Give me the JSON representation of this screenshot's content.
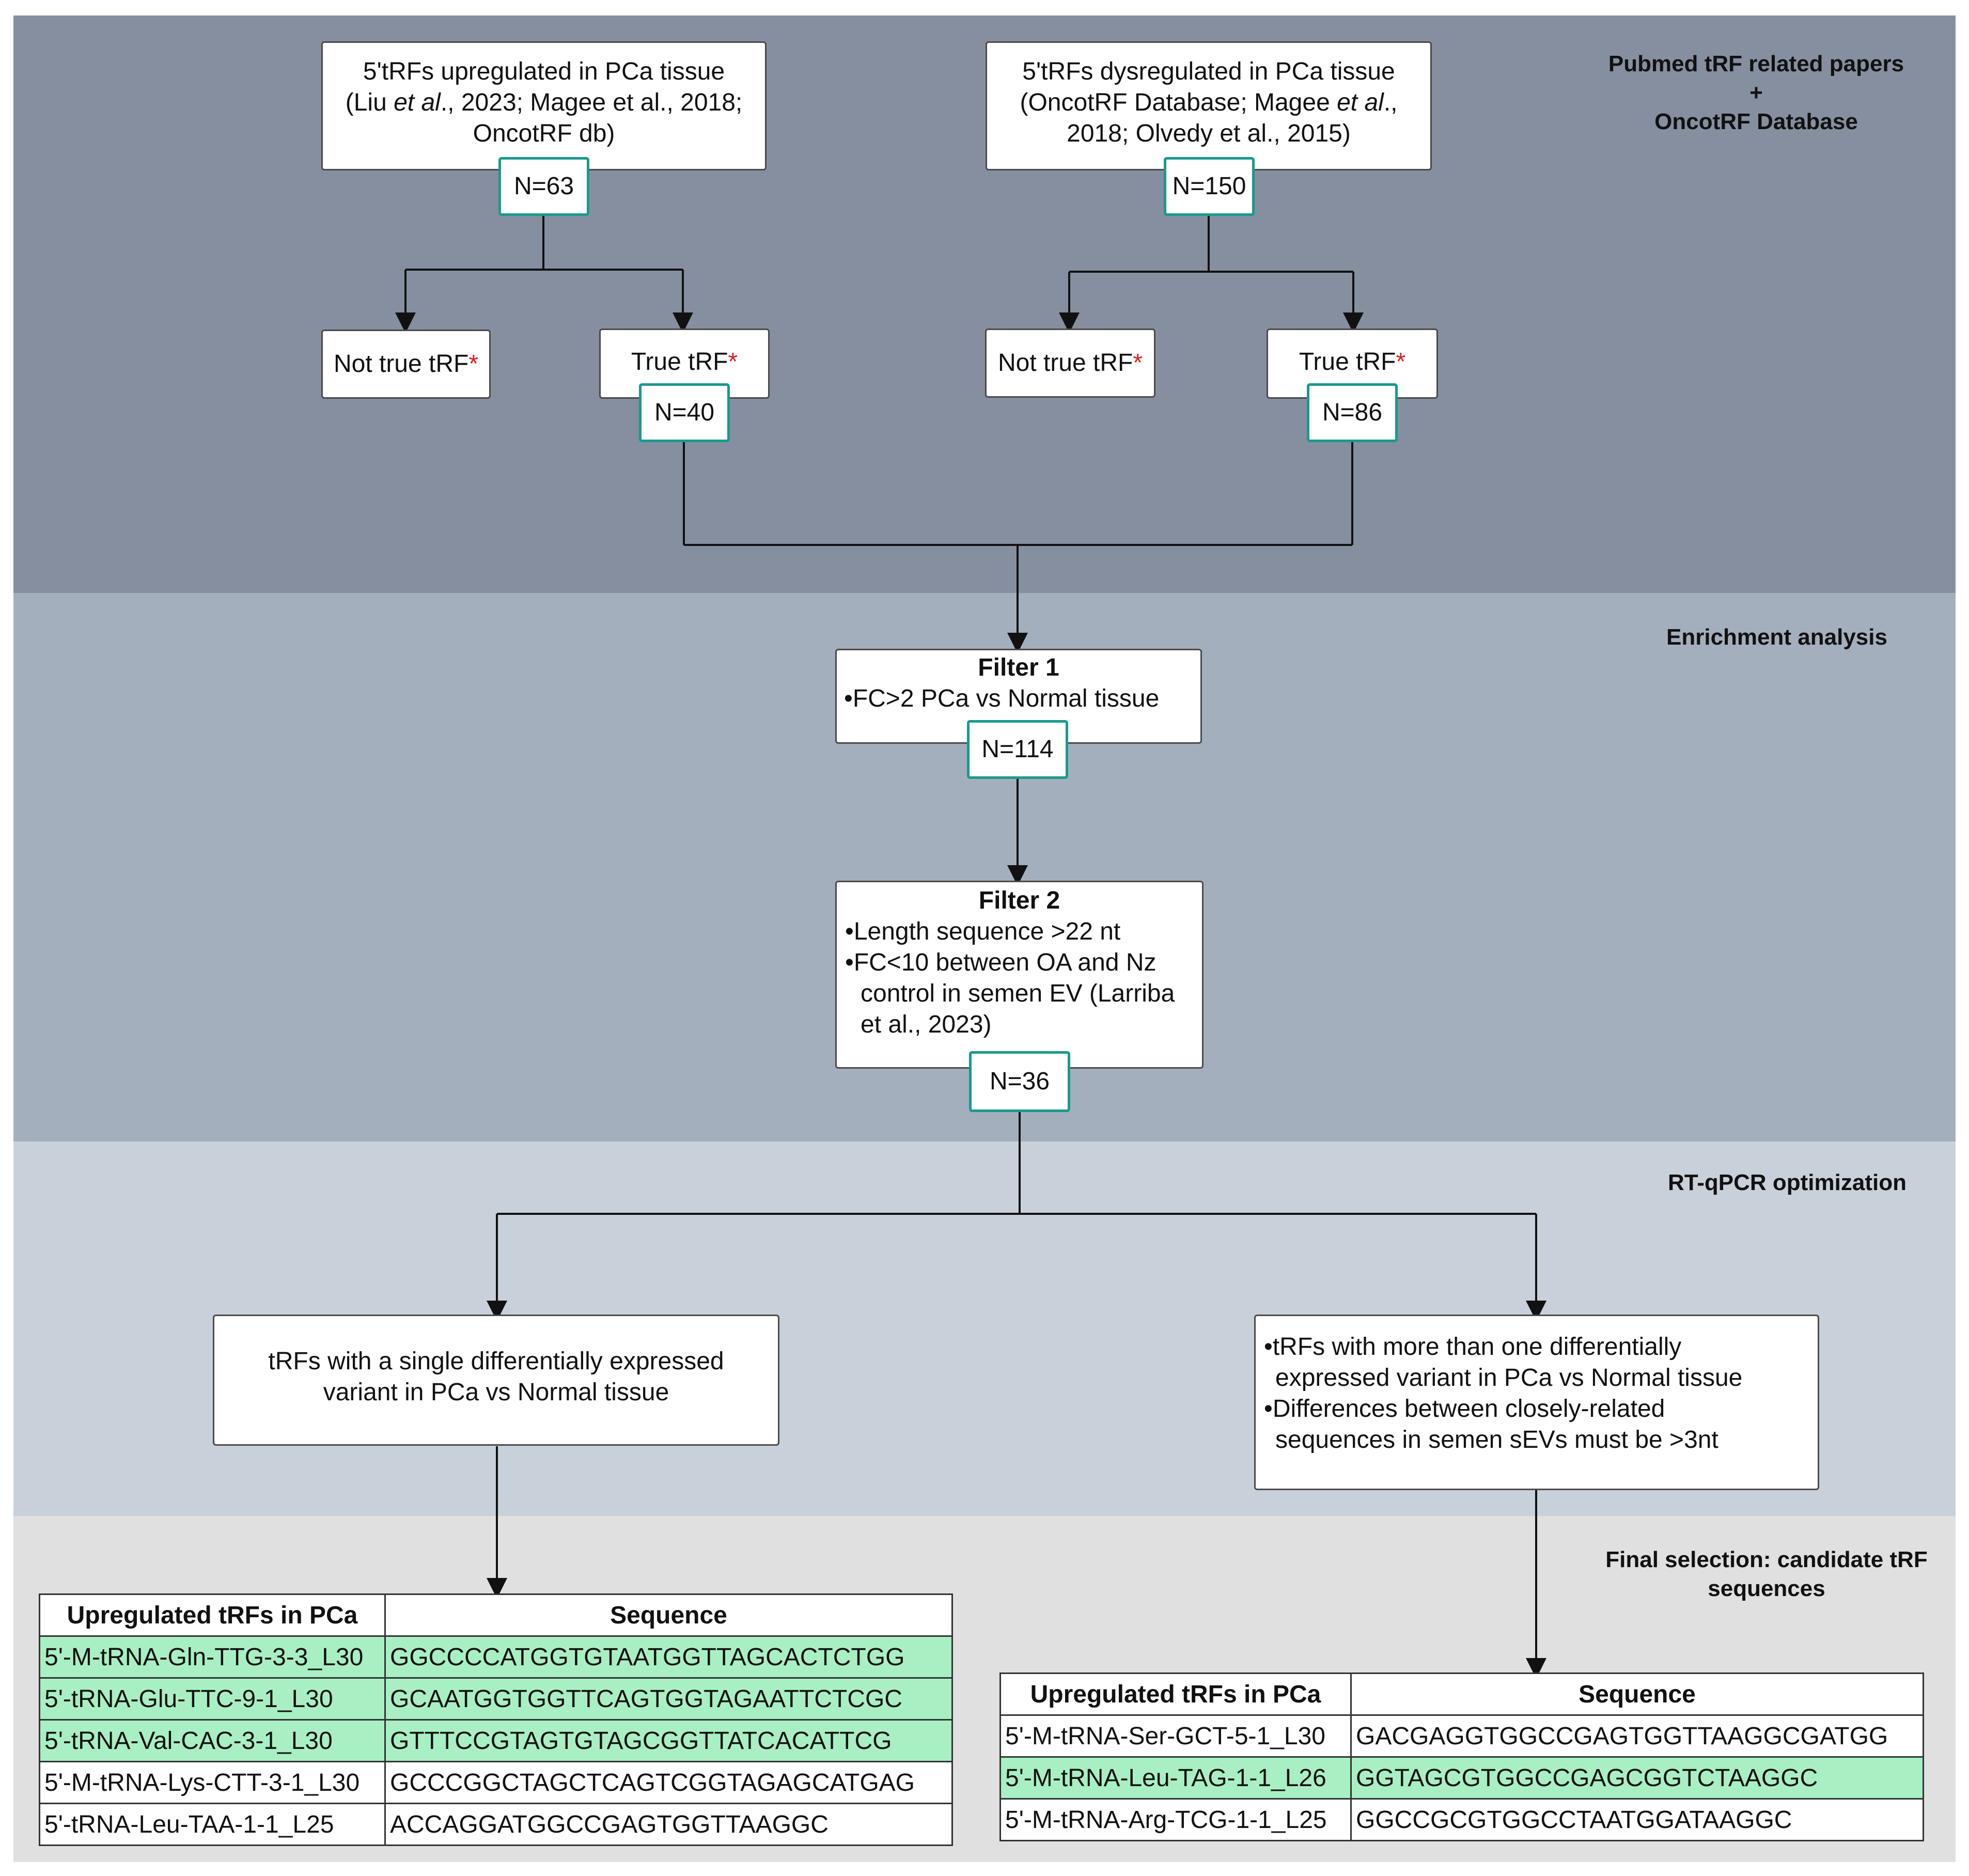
{
  "colors": {
    "band1": "#858f9f",
    "band2": "#a4afbd",
    "band3": "#c8d1da",
    "band4": "#e0e0e0",
    "n_border": "#1a9a8c",
    "highlight": "#a8f0c3",
    "asterisk": "#e02020"
  },
  "bands": {
    "b1_label_line1": "Pubmed tRF related papers",
    "b1_label_line2": "+",
    "b1_label_line3": "OncotRF Database",
    "b2_label": "Enrichment analysis",
    "b3_label": "RT-qPCR optimization",
    "b4_label_line1": "Final selection: candidate tRF",
    "b4_label_line2": "sequences"
  },
  "left_source": {
    "line1": "5'tRFs upregulated in PCa tissue",
    "line2_pre": "(Liu ",
    "line2_em": "et al",
    "line2_post": "., 2023; Magee et al., 2018;",
    "line3": "OncotRF db)",
    "n": "N=63"
  },
  "right_source": {
    "line1": "5'tRFs dysregulated in PCa tissue",
    "line2_pre": "(OncotRF Database; Magee ",
    "line2_em": "et al",
    "line2_post": ".,",
    "line3": "2018; Olvedy et al., 2015)",
    "n": "N=150"
  },
  "branches": {
    "not_true": "Not true tRF",
    "true": "True tRF",
    "asterisk": "*",
    "left_true_n": "N=40",
    "right_true_n": "N=86"
  },
  "filter1": {
    "title": "Filter 1",
    "bullet1": "FC>2 PCa vs Normal tissue",
    "n": "N=114"
  },
  "filter2": {
    "title": "Filter 2",
    "bullet1": "Length sequence >22 nt",
    "bullet2_l1": "FC<10  between OA and Nz",
    "bullet2_l2": "control in semen EV (Larriba",
    "bullet2_l3": "et al., 2023)",
    "n": "N=36"
  },
  "single_variant": {
    "line1": "tRFs with a single differentially expressed",
    "line2": "variant in PCa vs Normal tissue"
  },
  "multi_variant": {
    "b1_l1": "tRFs with more than one differentially",
    "b1_l2": "expressed variant in PCa vs Normal tissue",
    "b2_l1": "Differences between closely-related",
    "b2_l2": "sequences in semen sEVs must be >3nt"
  },
  "bullet_char": "•",
  "left_table": {
    "headers": [
      "Upregulated tRFs in PCa",
      "Sequence"
    ],
    "rows": [
      {
        "name": "5'-M-tRNA-Gln-TTG-3-3_L30",
        "seq": "GGCCCCATGGTGTAATGGTTAGCACTCTGG",
        "highlight": true
      },
      {
        "name": "5'-tRNA-Glu-TTC-9-1_L30",
        "seq": "GCAATGGTGGTTCAGTGGTAGAATTCTCGC",
        "highlight": true
      },
      {
        "name": "5'-tRNA-Val-CAC-3-1_L30",
        "seq": "GTTTCCGTAGTGTAGCGGTTATCACATTCG",
        "highlight": true
      },
      {
        "name": "5'-M-tRNA-Lys-CTT-3-1_L30",
        "seq": "GCCCGGCTAGCTCAGTCGGTAGAGCATGAG",
        "highlight": false
      },
      {
        "name": "5'-tRNA-Leu-TAA-1-1_L25",
        "seq": "ACCAGGATGGCCGAGTGGTTAAGGC",
        "highlight": false
      }
    ]
  },
  "right_table": {
    "headers": [
      "Upregulated tRFs in PCa",
      "Sequence"
    ],
    "rows": [
      {
        "name": "5'-M-tRNA-Ser-GCT-5-1_L30",
        "seq": "GACGAGGTGGCCGAGTGGTTAAGGCGATGG",
        "highlight": false
      },
      {
        "name": "5'-M-tRNA-Leu-TAG-1-1_L26",
        "seq": "GGTAGCGTGGCCGAGCGGTCTAAGGC",
        "highlight": true
      },
      {
        "name": "5'-M-tRNA-Arg-TCG-1-1_L25",
        "seq": "GGCCGCGTGGCCTAATGGATAAGGC",
        "highlight": false
      }
    ]
  }
}
